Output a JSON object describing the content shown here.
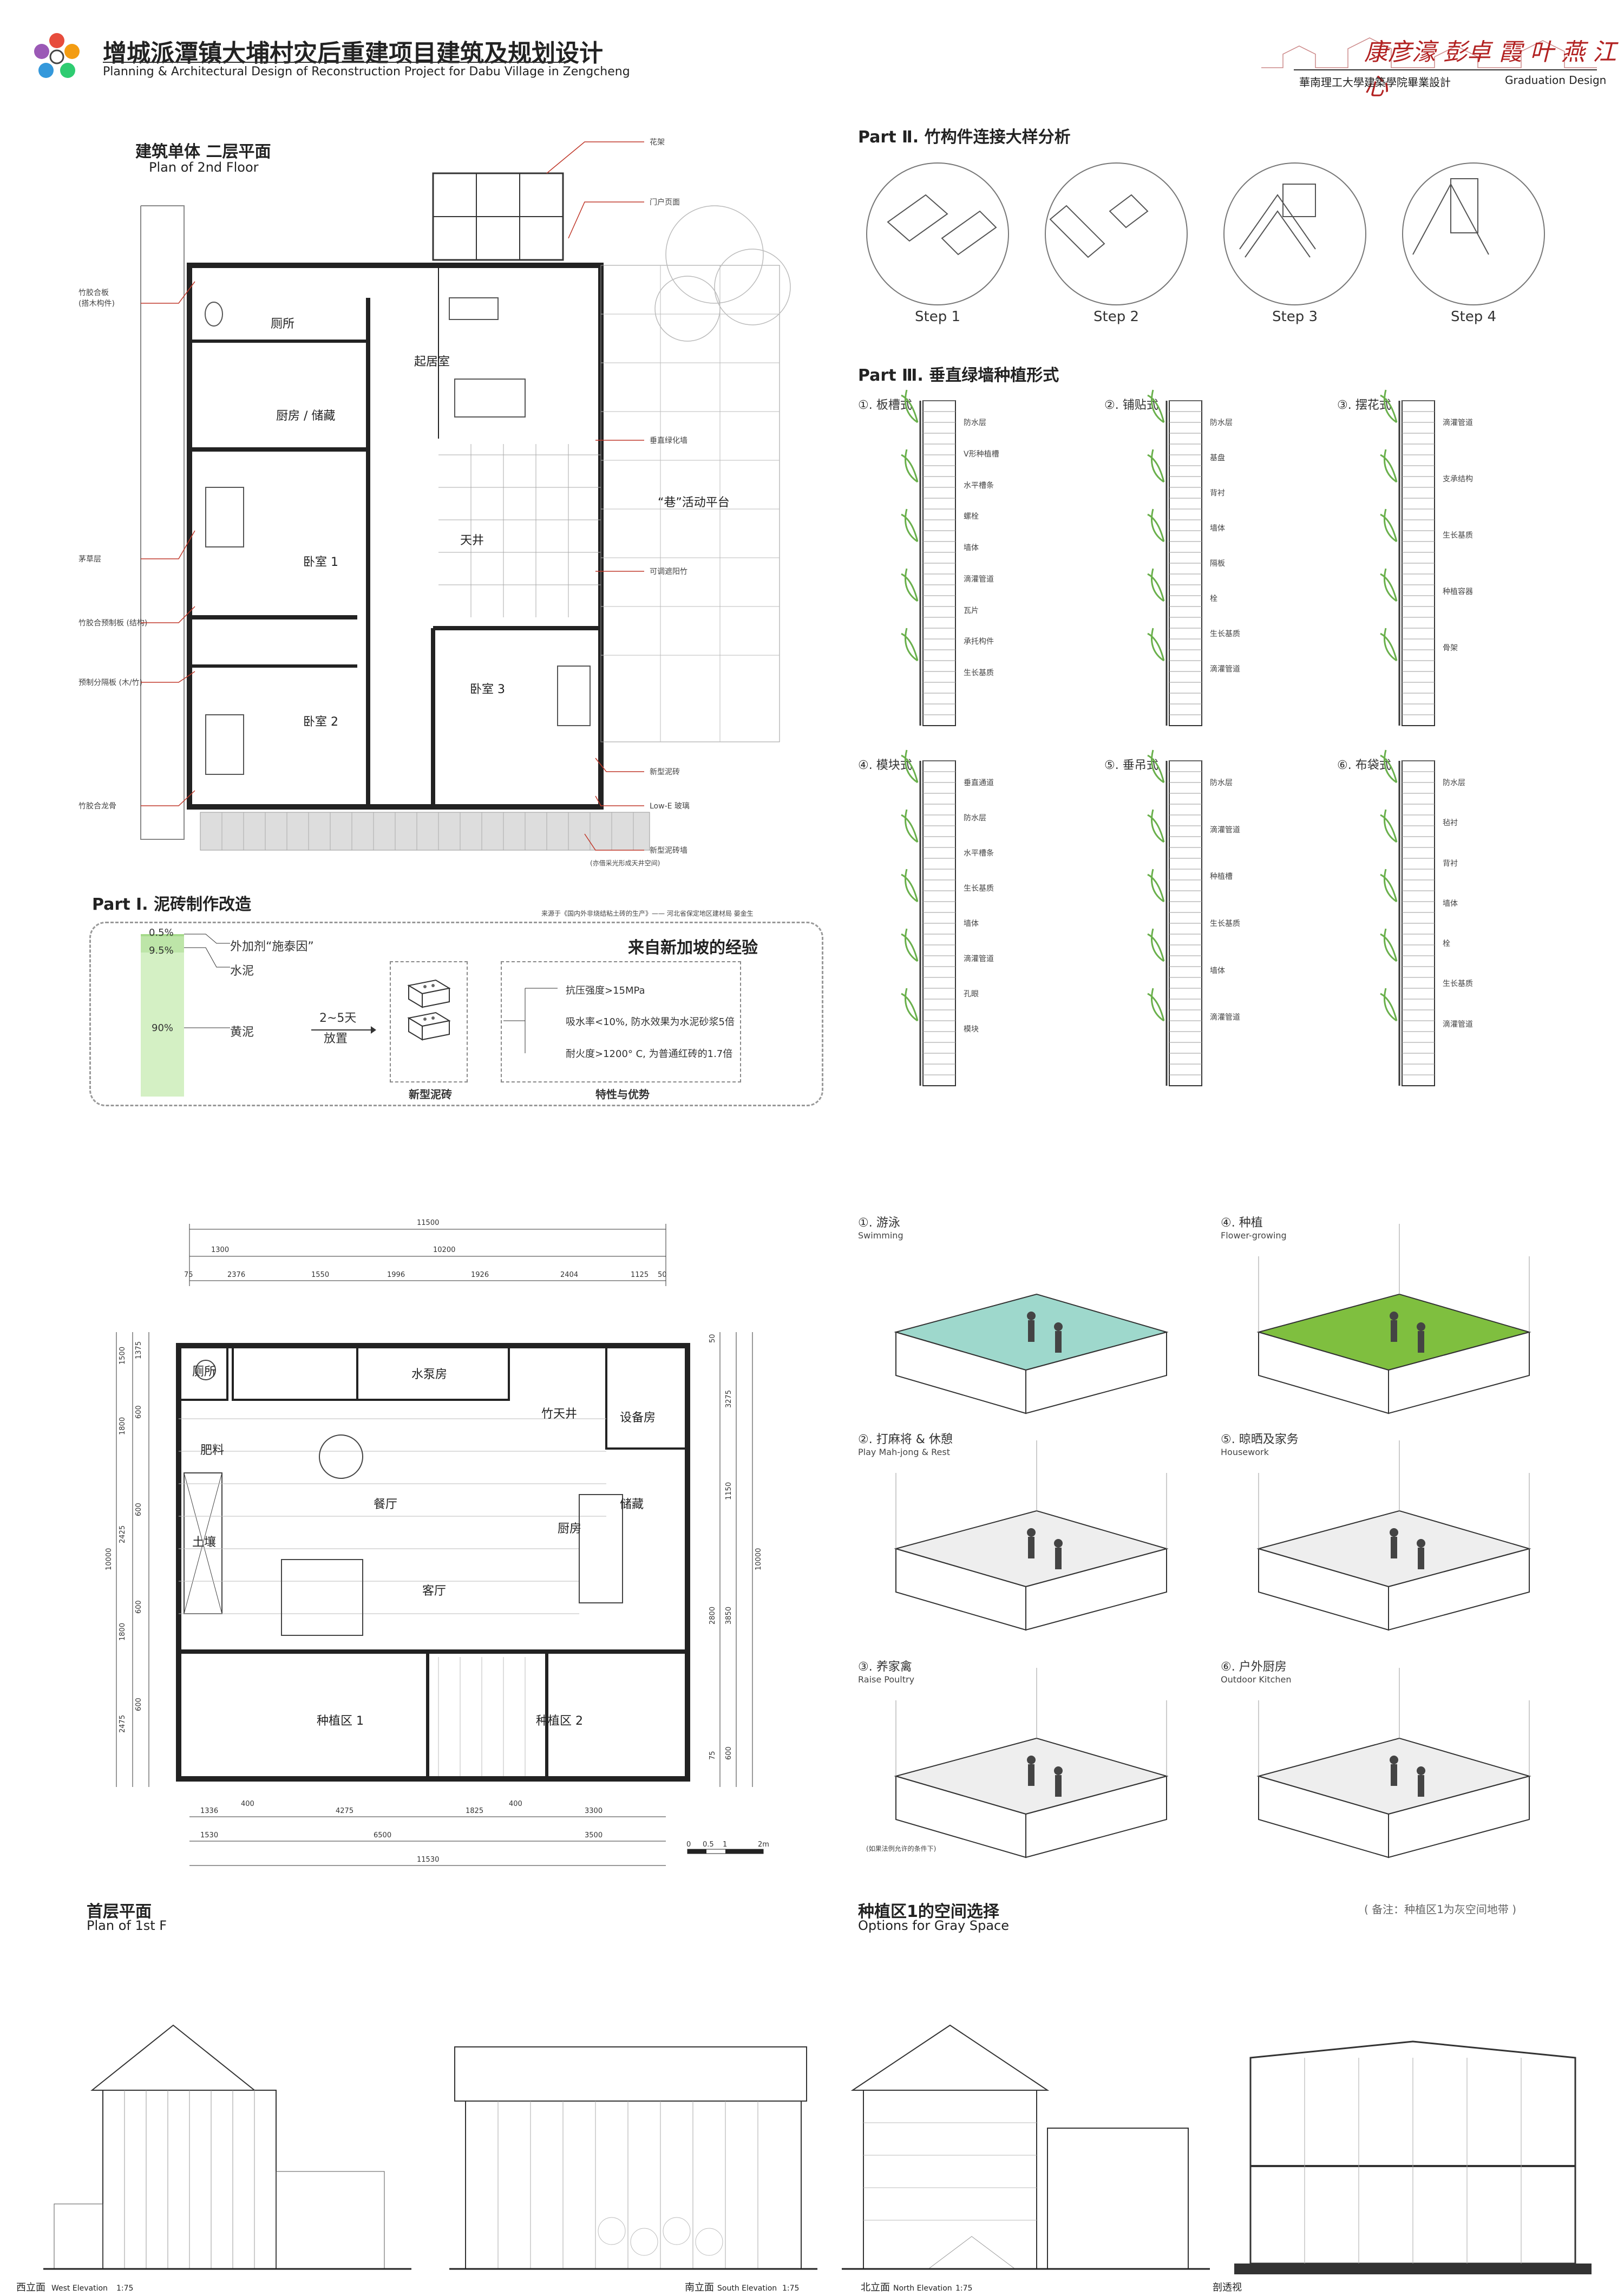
{
  "header": {
    "title_zh": "增城派潭镇大埔村灾后重建项目建筑及规划设计",
    "title_en": "Planning & Architectural Design of Reconstruction Project for Dabu Village in Zengcheng",
    "signature": "康彦濠 彭卓 霞 叶 燕 江 心",
    "school": "華南理工大學建築學院畢業設計",
    "graduation": "Graduation Design"
  },
  "plan2": {
    "title_zh": "建筑单体 二层平面",
    "title_en": "Plan of 2nd Floor",
    "rooms": {
      "toilet": "厕所",
      "kitchen": "厨房 / 储藏",
      "living": "起居室",
      "bed1": "卧室 1",
      "bed2": "卧室 2",
      "bed3": "卧室 3",
      "courtyard": "天井",
      "platform": "“巷”活动平台"
    },
    "annotations": {
      "a1": "花架",
      "a2": "门户页面",
      "a3": "竹胶合板\n(搭木构件)",
      "a4": "垂直绿化墙",
      "a5": "茅草层",
      "a6": "竹胶合预制板 (结构)",
      "a7": "预制分隔板 (木/竹)",
      "a8": "竹胶合龙骨",
      "a9": "可调遮阳竹",
      "a10": "新型泥砖",
      "a11": "Low-E 玻璃",
      "a12": "新型泥砖墙",
      "a13": "(亦借采光形成天井空间)"
    }
  },
  "part1": {
    "title": "Part Ⅰ. 泥砖制作改造",
    "source": "来源于《国内外非烧结粘土砖的生产》—— 河北省保定地区建材局  晏金生",
    "bar": {
      "p1": "0.5%",
      "p2": "9.5%",
      "p3": "90%",
      "l1": "外加剂“施泰因”",
      "l2": "水泥",
      "l3": "黄泥"
    },
    "process": {
      "days": "2~5天",
      "cure": "放置"
    },
    "brick_label": "新型泥砖",
    "experience": "来自新加坡的经验",
    "props": [
      "抗压强度>15MPa",
      "吸水率<10%, 防水效果为水泥砂浆5倍",
      "耐火度>1200° C, 为普通红砖的1.7倍"
    ],
    "props_label": "特性与优势"
  },
  "part2": {
    "title": "Part Ⅱ. 竹构件连接大样分析",
    "steps": [
      "Step 1",
      "Step 2",
      "Step 3",
      "Step 4"
    ]
  },
  "part3": {
    "title": "Part Ⅲ. 垂直绿墙种植形式",
    "types": [
      {
        "name": "①. 板槽式",
        "labels": [
          "防水层",
          "V形种植槽",
          "水平槽条",
          "螺栓",
          "墙体",
          "滴灌管道",
          "瓦片",
          "承托构件",
          "生长基质"
        ]
      },
      {
        "name": "②. 铺贴式",
        "labels": [
          "防水层",
          "基盘",
          "背衬",
          "墙体",
          "隔板",
          "栓",
          "生长基质",
          "滴灌管道"
        ]
      },
      {
        "name": "③. 摆花式",
        "labels": [
          "滴灌管道",
          "支承结构",
          "生长基质",
          "种植容器",
          "骨架"
        ]
      },
      {
        "name": "④. 模块式",
        "labels": [
          "垂直通道",
          "防水层",
          "水平槽条",
          "生长基质",
          "墙体",
          "滴灌管道",
          "孔眼",
          "模块"
        ]
      },
      {
        "name": "⑤. 垂吊式",
        "labels": [
          "防水层",
          "滴灌管道",
          "种植槽",
          "生长基质",
          "墙体",
          "滴灌管道"
        ]
      },
      {
        "name": "⑥. 布袋式",
        "labels": [
          "防水层",
          "毡衬",
          "背衬",
          "墙体",
          "栓",
          "生长基质",
          "滴灌管道"
        ]
      }
    ]
  },
  "plan1": {
    "title_zh": "首层平面",
    "title_en": "Plan of 1st F",
    "rooms": {
      "toilet": "厕所",
      "pump": "水泵房",
      "bamboo": "竹天井",
      "equip": "设备房",
      "fert": "肥料",
      "dining": "餐厅",
      "storage": "储藏",
      "soil": "土壤",
      "kitchen": "厨房",
      "living": "客厅",
      "plant1": "种植区 1",
      "plant2": "种植区 2"
    },
    "dims_top": [
      "11500",
      "1300",
      "10200",
      "75",
      "2376",
      "1550",
      "1996",
      "1926",
      "2404",
      "1125",
      "50"
    ],
    "dims_bottom": [
      "1336",
      "400",
      "4275",
      "1825",
      "400",
      "3300",
      "1530",
      "6500",
      "3500",
      "11530"
    ],
    "dims_left": [
      "1500",
      "1375",
      "1800",
      "600",
      "2425",
      "600",
      "1800",
      "600",
      "2475",
      "600",
      "10000"
    ],
    "dims_right": [
      "50",
      "3275",
      "1150",
      "3850",
      "2800",
      "75",
      "600",
      "10000"
    ],
    "scale": [
      "0",
      "0.5",
      "1",
      "2m"
    ]
  },
  "gray_space": {
    "title_zh": "种植区1的空间选择",
    "title_en": "Options for Gray Space",
    "note": "( 备注：种植区1为灰空间地带 )",
    "options": [
      {
        "zh": "①. 游泳",
        "en": "Swimming"
      },
      {
        "zh": "②. 打麻将 & 休憩",
        "en": "Play Mah-jong & Rest"
      },
      {
        "zh": "③. 养家禽",
        "en": "Raise Poultry"
      },
      {
        "zh": "④. 种植",
        "en": "Flower-growing"
      },
      {
        "zh": "⑤. 晾晒及家务",
        "en": "Housework"
      },
      {
        "zh": "⑥. 户外厨房",
        "en": "Outdoor Kitchen"
      }
    ],
    "poultry_note": "(如果法例允许的条件下)"
  },
  "elevations": [
    {
      "zh": "西立面",
      "en": "West Elevation",
      "scale": "1:75"
    },
    {
      "zh": "南立面",
      "en": "South Elevation",
      "scale": "1:75"
    },
    {
      "zh": "北立面",
      "en": "North Elevation",
      "scale": "1:75"
    },
    {
      "zh": "剖透视",
      "en": "",
      "scale": ""
    }
  ],
  "colors": {
    "accent_green": "#cdebc0",
    "pool": "#9ed8cc",
    "grass": "#7fbf3f",
    "red_leader": "#c0392b"
  }
}
